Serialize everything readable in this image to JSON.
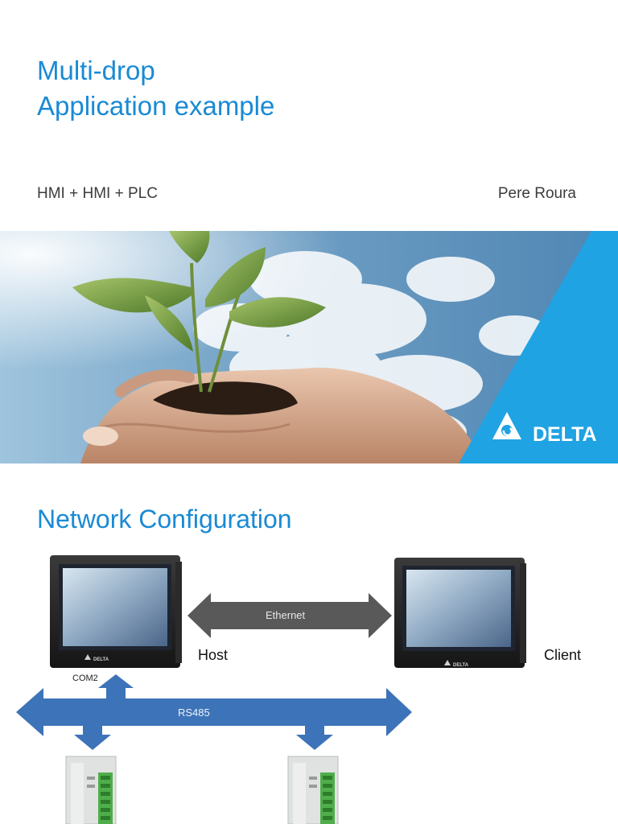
{
  "title": {
    "line1": "Multi-drop",
    "line2": "Application example"
  },
  "subtitle": "HMI + HMI + PLC",
  "author": "Pere Roura",
  "banner": {
    "brand": "DELTA",
    "accent_color": "#1fa3e3"
  },
  "section_title": "Network Configuration",
  "diagram": {
    "devices": {
      "host_label": "Host",
      "client_label": "Client",
      "host_port": "COM2",
      "hmi_brand": "DELTA"
    },
    "links": {
      "ethernet_label": "Ethernet",
      "rs485_label": "RS485"
    },
    "colors": {
      "ethernet_arrow": "#595959",
      "rs485_arrow": "#3d73b8",
      "heading": "#1a8ad4"
    }
  }
}
